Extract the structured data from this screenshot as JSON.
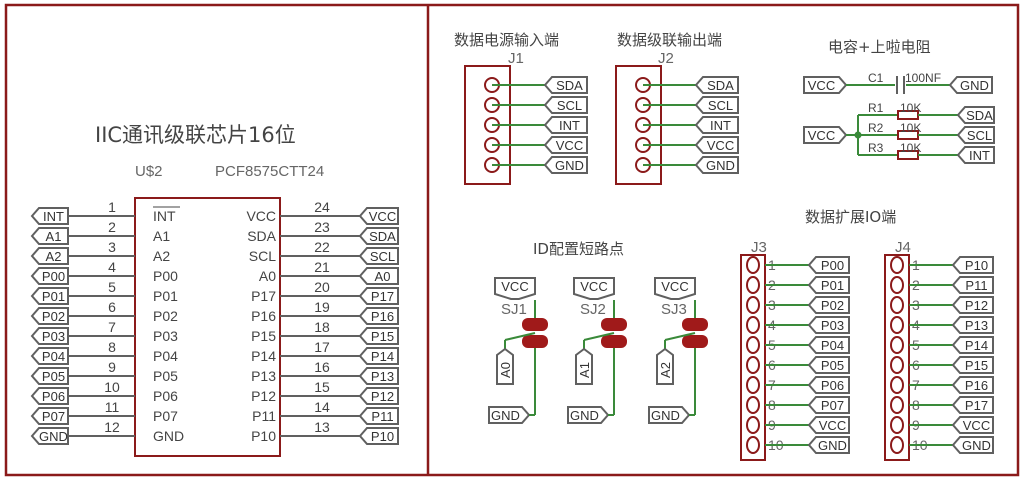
{
  "colors": {
    "frame": "#8b1a1a",
    "wire": "#3a8a3a",
    "part": "#606060",
    "solder": "#a01a1a",
    "text": "#444444"
  },
  "chip": {
    "title": "IIC通讯级联芯片16位",
    "name": "U$2",
    "value": "PCF8575CTT24",
    "left_pins": [
      {
        "num": "1",
        "name": "INT",
        "label": "INT"
      },
      {
        "num": "2",
        "name": "A1",
        "label": "A1"
      },
      {
        "num": "3",
        "name": "A2",
        "label": "A2"
      },
      {
        "num": "4",
        "name": "P00",
        "label": "P00"
      },
      {
        "num": "5",
        "name": "P01",
        "label": "P01"
      },
      {
        "num": "6",
        "name": "P02",
        "label": "P02"
      },
      {
        "num": "7",
        "name": "P03",
        "label": "P03"
      },
      {
        "num": "8",
        "name": "P04",
        "label": "P04"
      },
      {
        "num": "9",
        "name": "P05",
        "label": "P05"
      },
      {
        "num": "10",
        "name": "P06",
        "label": "P06"
      },
      {
        "num": "11",
        "name": "P07",
        "label": "P07"
      },
      {
        "num": "12",
        "name": "GND",
        "label": "GND"
      }
    ],
    "right_pins": [
      {
        "num": "24",
        "name": "VCC",
        "label": "VCC"
      },
      {
        "num": "23",
        "name": "SDA",
        "label": "SDA"
      },
      {
        "num": "22",
        "name": "SCL",
        "label": "SCL"
      },
      {
        "num": "21",
        "name": "A0",
        "label": "A0"
      },
      {
        "num": "20",
        "name": "P17",
        "label": "P17"
      },
      {
        "num": "19",
        "name": "P16",
        "label": "P16"
      },
      {
        "num": "18",
        "name": "P15",
        "label": "P15"
      },
      {
        "num": "17",
        "name": "P14",
        "label": "P14"
      },
      {
        "num": "16",
        "name": "P13",
        "label": "P13"
      },
      {
        "num": "15",
        "name": "P12",
        "label": "P12"
      },
      {
        "num": "14",
        "name": "P11",
        "label": "P11"
      },
      {
        "num": "13",
        "name": "P10",
        "label": "P10"
      }
    ]
  },
  "power_in": {
    "title": "数据电源输入端",
    "ref": "J1",
    "nets": [
      "SDA",
      "SCL",
      "INT",
      "VCC",
      "GND"
    ]
  },
  "cascade_out": {
    "title": "数据级联输出端",
    "ref": "J2",
    "nets": [
      "SDA",
      "SCL",
      "INT",
      "VCC",
      "GND"
    ]
  },
  "passives": {
    "title": "电容+上啦电阻",
    "cap": {
      "ref": "C1",
      "value": "100NF",
      "left": "VCC",
      "right": "GND"
    },
    "res_vcc": "VCC",
    "resistors": [
      {
        "ref": "R1",
        "value": "10K",
        "net": "SDA"
      },
      {
        "ref": "R2",
        "value": "10K",
        "net": "SCL"
      },
      {
        "ref": "R3",
        "value": "10K",
        "net": "INT"
      }
    ]
  },
  "id_config": {
    "title": "ID配置短路点",
    "jumpers": [
      {
        "ref": "SJ1",
        "top": "VCC",
        "net": "A0",
        "bottom": "GND"
      },
      {
        "ref": "SJ2",
        "top": "VCC",
        "net": "A1",
        "bottom": "GND"
      },
      {
        "ref": "SJ3",
        "top": "VCC",
        "net": "A2",
        "bottom": "GND"
      }
    ]
  },
  "io_ext": {
    "title": "数据扩展IO端",
    "headers": [
      {
        "ref": "J3",
        "pins": [
          "1",
          "2",
          "3",
          "4",
          "5",
          "6",
          "7",
          "8",
          "9",
          "10"
        ],
        "nets": [
          "P00",
          "P01",
          "P02",
          "P03",
          "P04",
          "P05",
          "P06",
          "P07",
          "VCC",
          "GND"
        ]
      },
      {
        "ref": "J4",
        "pins": [
          "1",
          "2",
          "3",
          "4",
          "5",
          "6",
          "7",
          "8",
          "9",
          "10"
        ],
        "nets": [
          "P10",
          "P11",
          "P12",
          "P13",
          "P14",
          "P15",
          "P16",
          "P17",
          "VCC",
          "GND"
        ]
      }
    ]
  }
}
